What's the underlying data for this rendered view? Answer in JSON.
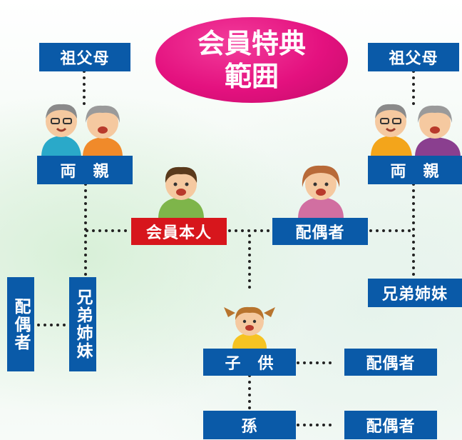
{
  "title": {
    "line1": "会員特典",
    "line2": "範囲"
  },
  "labels": {
    "grandparents_left": "祖父母",
    "grandparents_right": "祖父母",
    "parents_left": "両　親",
    "parents_right": "両　親",
    "member": "会員本人",
    "spouse": "配偶者",
    "siblings_left": "兄弟姉妹",
    "siblings_right": "兄弟姉妹",
    "siblings_spouse_left": "配偶者",
    "child": "子　供",
    "child_spouse": "配偶者",
    "grandchild": "孫",
    "grandchild_spouse": "配偶者"
  },
  "colors": {
    "node_blue": "#0a5aa8",
    "node_red": "#d7161c",
    "title_pink": "#e4117f",
    "connector": "#222222"
  }
}
